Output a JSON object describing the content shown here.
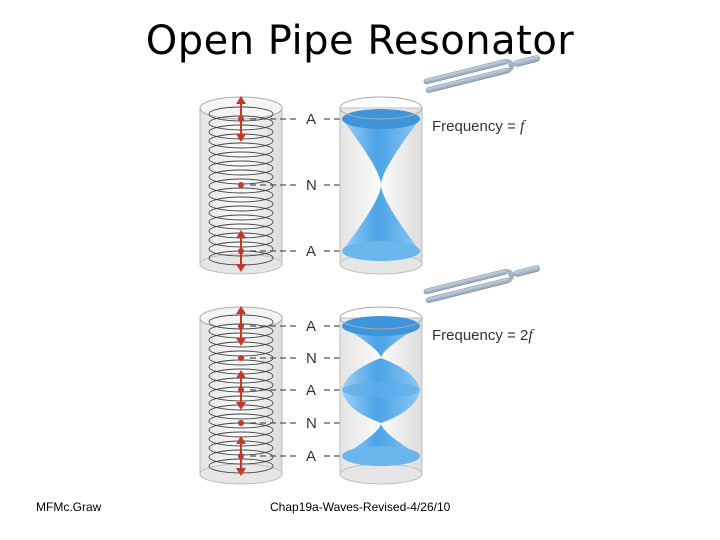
{
  "title": "Open Pipe Resonator",
  "footer": {
    "author": "MFMc.Graw",
    "source": "Chap19a-Waves-Revised-4/26/10"
  },
  "top_diagram": {
    "labels": [
      "A",
      "N",
      "A"
    ],
    "freq_text": "Frequency = ",
    "freq_symbol": "f"
  },
  "bottom_diagram": {
    "labels": [
      "A",
      "N",
      "A",
      "N",
      "A"
    ],
    "freq_text": "Frequency = 2",
    "freq_symbol": "f"
  },
  "colors": {
    "wave_blue": "#5aaee8",
    "arrow_red": "#c0392b",
    "pipe_gray": "#d9d9d9"
  }
}
